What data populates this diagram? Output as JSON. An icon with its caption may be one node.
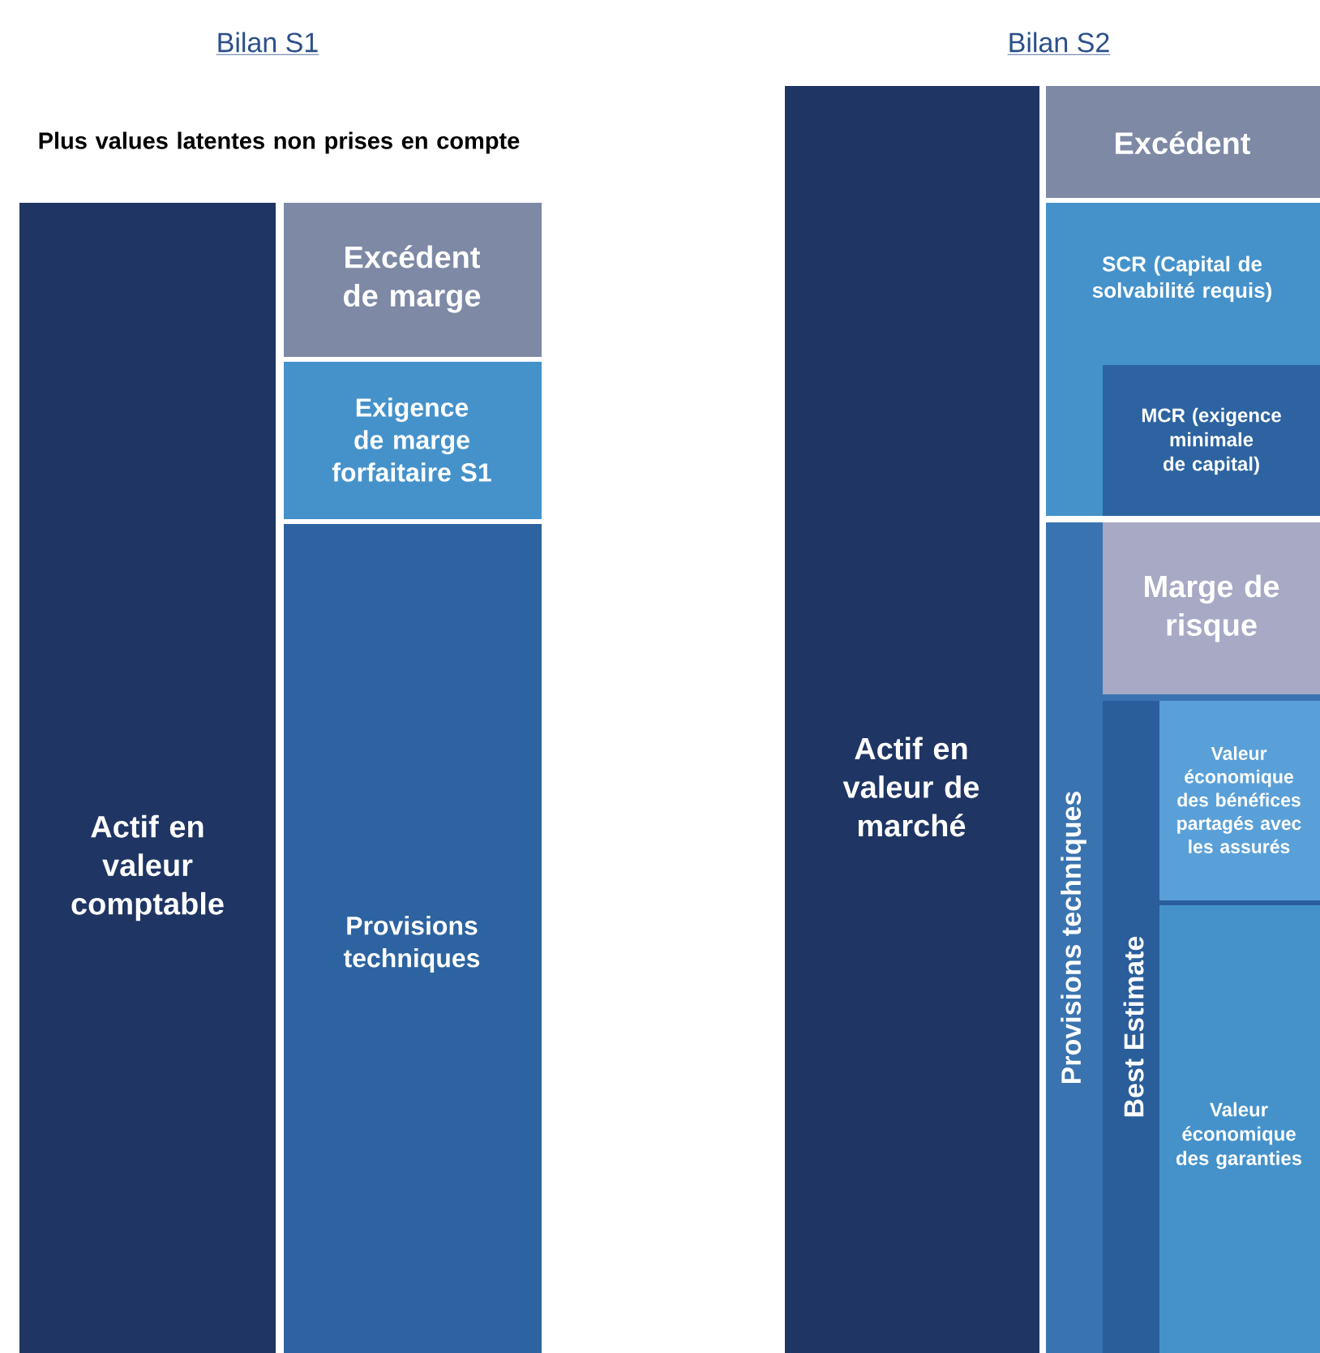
{
  "diagram": {
    "nodes": [
      {
        "text": [
          "Actif en valeur comptable"
        ]
      },
      {
        "text": [
          "Excédent de marge"
        ]
      },
      {
        "text": [
          "Exigence de marge forfaitaire S1"
        ]
      },
      {
        "text": [
          "Provisions techniques"
        ]
      },
      {
        "text": [
          "Actif en valeur de marché"
        ]
      },
      {
        "text": [
          "Excédent"
        ]
      },
      {
        "text": [
          "SCR (Capital de solvabilité requis)"
        ]
      },
      {
        "text": [
          "MCR (exigence minimale de capital)"
        ],
        "in": 6
      },
      {
        "text": [
          "Provisions techniques"
        ]
      },
      {
        "text": [
          "Marge de risque"
        ],
        "in": 8
      },
      {
        "text": [
          "Best Estimate"
        ],
        "in": 8
      },
      {
        "text": [
          "Valeur économique des bénéfices partagés avec les assurés"
        ],
        "in": 10
      },
      {
        "text": [
          "Valeur économique des garanties"
        ],
        "in": 10
      }
    ],
    "labels": [
      "Bilan S1",
      "Bilan S2",
      "Plus values latentes non prises en compte"
    ]
  }
}
